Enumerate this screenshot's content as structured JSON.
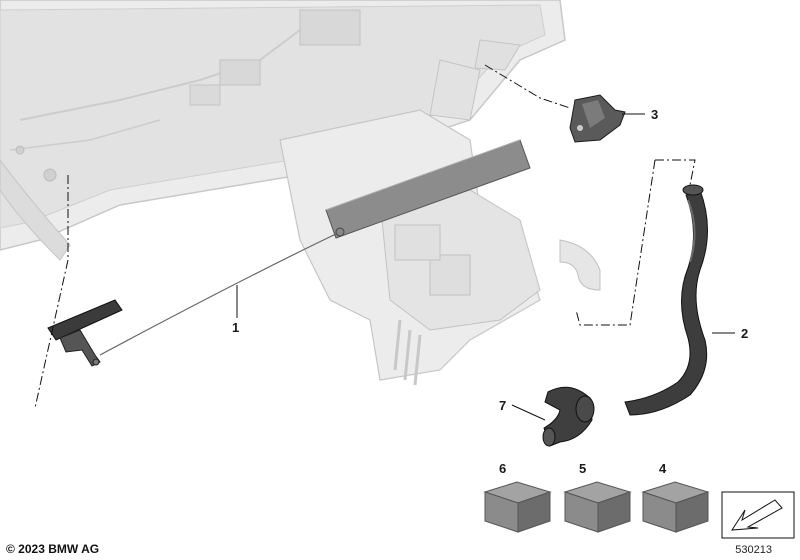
{
  "parts": [
    {
      "number": "1",
      "name": "cable"
    },
    {
      "number": "2",
      "name": "hose"
    },
    {
      "number": "3",
      "name": "bracket"
    },
    {
      "number": "4",
      "name": "kit-box"
    },
    {
      "number": "5",
      "name": "kit-box"
    },
    {
      "number": "6",
      "name": "kit-box"
    },
    {
      "number": "7",
      "name": "elbow-connector"
    }
  ],
  "footer": {
    "copyright": "© 2023 BMW AG",
    "diagram_id": "530213"
  },
  "colors": {
    "background_assembly": "#e8e8e8",
    "background_outline": "#c4c4c4",
    "part_dark": "#3a3a3a",
    "part_mid": "#7a7a7a",
    "tape": "#8a8a8a",
    "box_top": "#9a9a9a",
    "box_side": "#6d6d6d",
    "leader": "#111111"
  }
}
